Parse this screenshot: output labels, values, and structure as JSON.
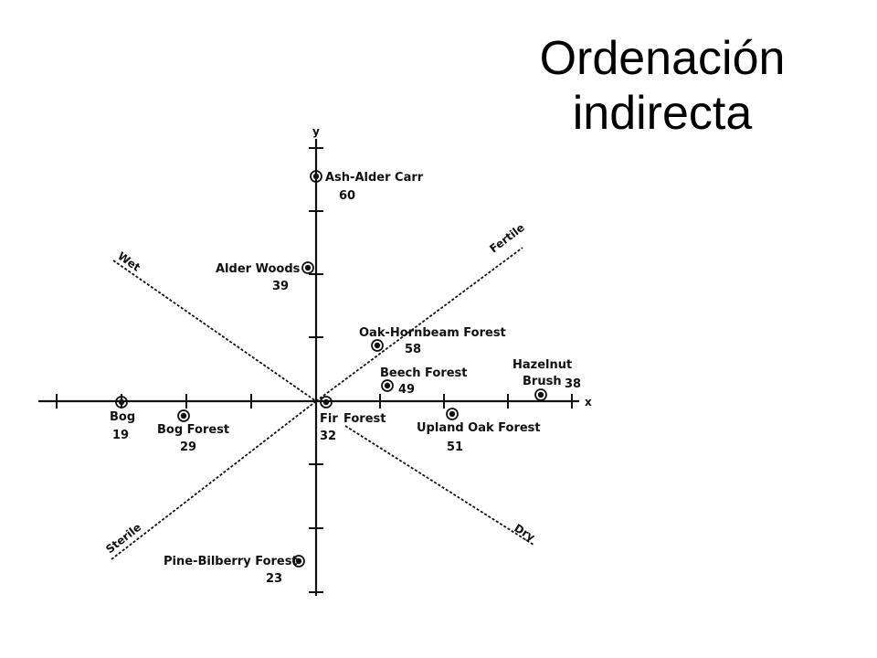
{
  "title": {
    "line1": "Ordenación",
    "line2": "indirecta"
  },
  "axes": {
    "x": "x",
    "y": "y"
  },
  "gradients": {
    "wet": "Wet",
    "fertile": "Fertile",
    "sterile": "Sterile",
    "dry": "Dry"
  },
  "communities": [
    {
      "name": "Ash-Alder Carr",
      "value": "60"
    },
    {
      "name": "Alder Woods",
      "value": "39"
    },
    {
      "name": "Oak-Hornbeam Forest",
      "value": "58"
    },
    {
      "name": "Beech Forest",
      "value": "49"
    },
    {
      "name": "Hazelnut",
      "name2": "Brush",
      "value": "38"
    },
    {
      "name": "Bog",
      "value": "19"
    },
    {
      "name": "Bog Forest",
      "value": "29"
    },
    {
      "name": "Fir",
      "name2": "Forest",
      "value": "32"
    },
    {
      "name": "Upland Oak Forest",
      "value": "51"
    },
    {
      "name": "Pine-Bilberry Forest",
      "value": "23"
    }
  ]
}
